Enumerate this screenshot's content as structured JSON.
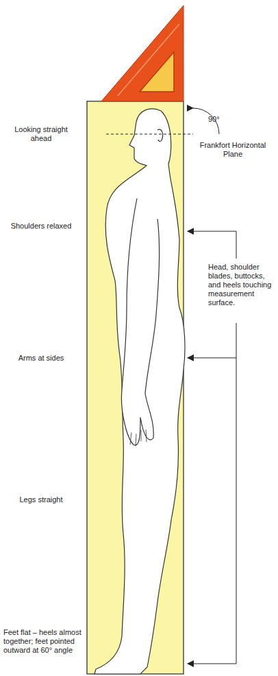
{
  "diagram": {
    "labels": [
      "Looking straight ahead",
      "Shoulders relaxed",
      "Arms at sides",
      "Legs straight",
      "Feet flat – heels almost together; feet pointed outward at 60° angle",
      "90°",
      "Frankfort Horizontal Plane",
      "Head, shoulder blades, buttocks, and heels touching measurement surface."
    ]
  }
}
